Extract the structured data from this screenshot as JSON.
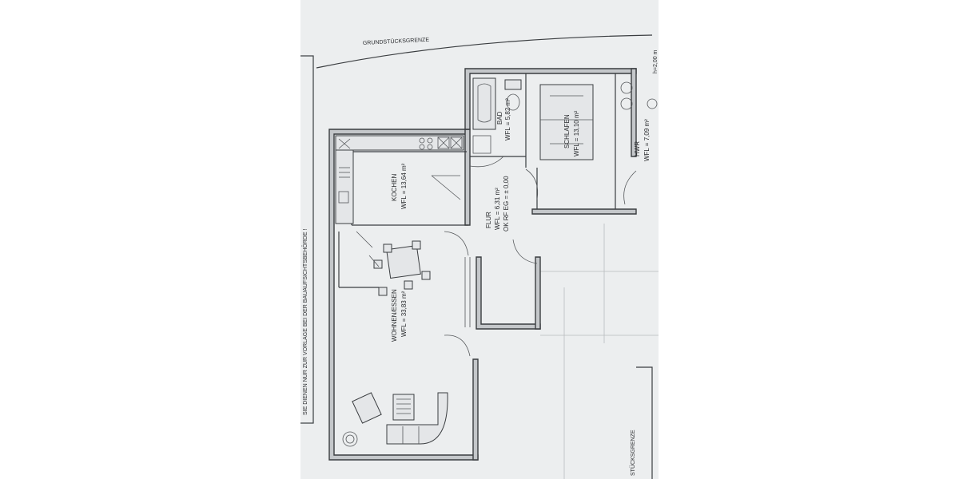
{
  "plot": {
    "boundary_top_label": "GRUNDSTÜCKSGRENZE",
    "boundary_bottom_label": "STÜCKSGRENZE",
    "height_label": "h=2,00 m",
    "side_note": "SIE DIENEN NUR ZUR VORLAGE BEI DER BAUAUFSICHTSBEHÖRDE !"
  },
  "rooms": {
    "kochen": {
      "name": "KOCHEN",
      "area": "WFL = 13,64 m²"
    },
    "bad": {
      "name": "BAD",
      "area": "WFL = 5,82 m²"
    },
    "schlafen": {
      "name": "SCHLAFEN",
      "area": "WFL = 13,10 m²"
    },
    "hwr": {
      "name": "HWR",
      "area": "WFL = 7,09 m²"
    },
    "flur": {
      "name": "FLUR",
      "area": "WFL = 6,31 m²",
      "level": "OK RF EG = ± 0,00"
    },
    "wohnen": {
      "name": "WOHNEN/ESSEN",
      "area": "WFL = 33,83 m²"
    }
  }
}
